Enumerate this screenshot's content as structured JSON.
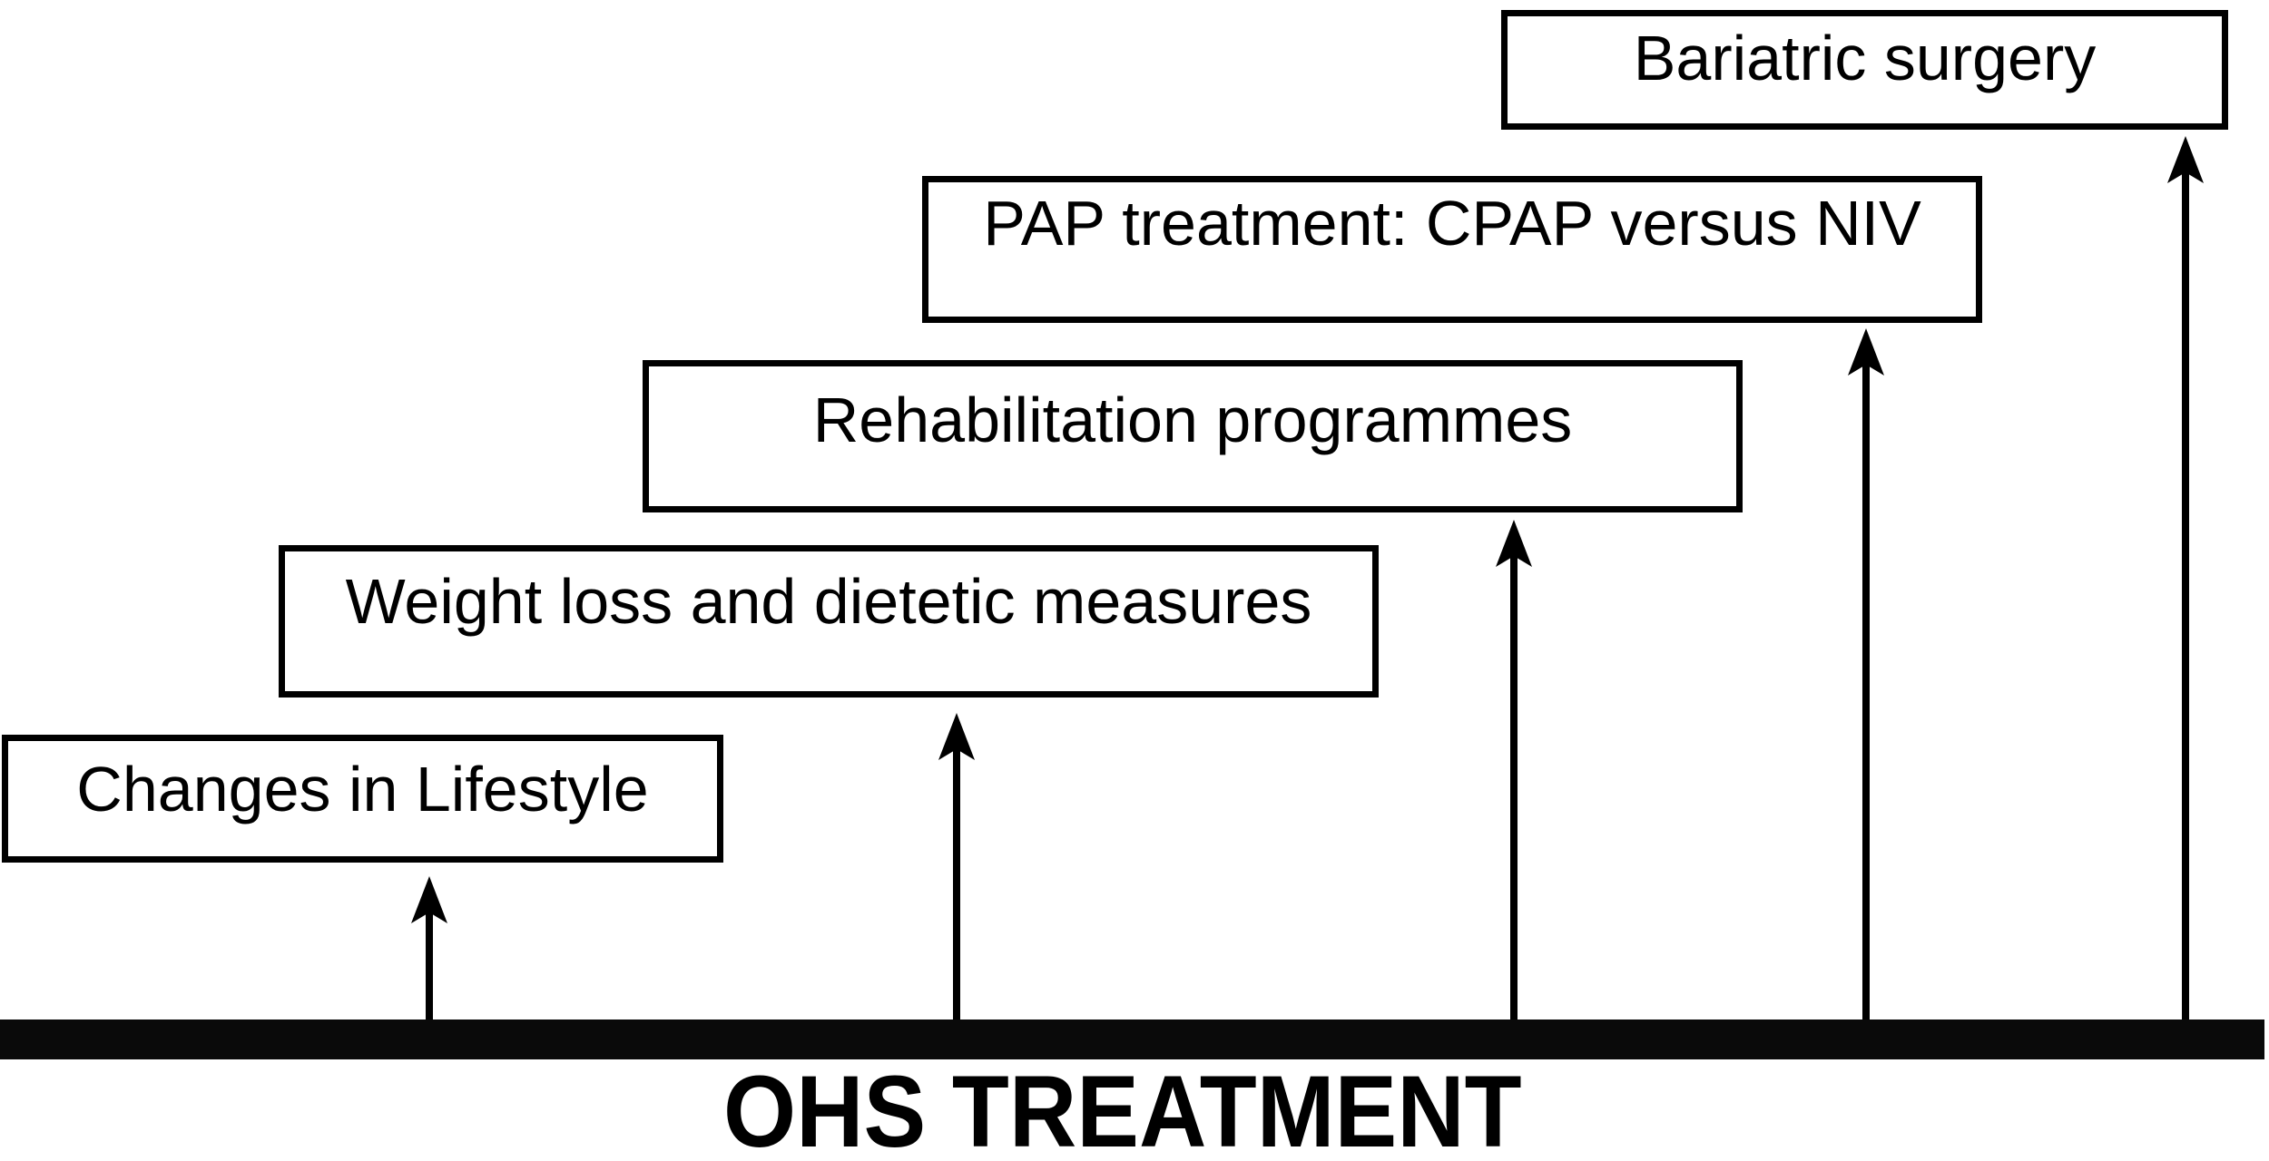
{
  "figure": {
    "title": "OHS TREATMENT",
    "boxes": [
      {
        "label": "Changes in Lifestyle"
      },
      {
        "label": "Weight loss and dietetic measures"
      },
      {
        "label": "Rehabilitation programmes"
      },
      {
        "label": "PAP treatment: CPAP versus NIV"
      },
      {
        "label": "Bariatric surgery"
      }
    ],
    "arrows": [
      {
        "icon": "up-arrow-icon",
        "points_to": "Changes in Lifestyle"
      },
      {
        "icon": "up-arrow-icon",
        "points_to": "Weight loss and dietetic measures"
      },
      {
        "icon": "up-arrow-icon",
        "points_to": "Rehabilitation programmes"
      },
      {
        "icon": "up-arrow-icon",
        "points_to": "PAP treatment: CPAP versus NIV"
      },
      {
        "icon": "up-arrow-icon",
        "points_to": "Bariatric surgery"
      }
    ],
    "colors": {
      "ink": "#000000",
      "background": "#ffffff"
    }
  }
}
